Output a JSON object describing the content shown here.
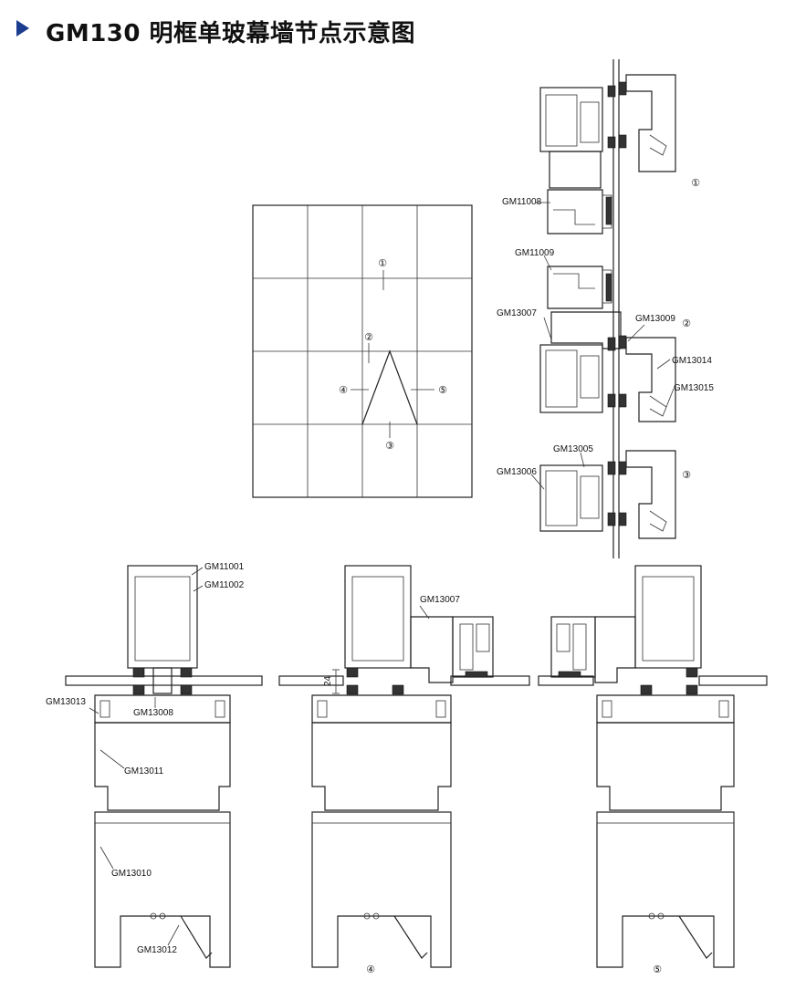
{
  "header": {
    "title": "GM130 明框单玻幕墙节点示意图"
  },
  "elevation": {
    "markers": [
      "①",
      "②",
      "③",
      "④",
      "⑤"
    ]
  },
  "vertical_section": {
    "node_marks": [
      "①",
      "②",
      "③"
    ],
    "part_labels": [
      "GM11008",
      "GM11009",
      "GM13007",
      "GM13009",
      "GM13014",
      "GM13015",
      "GM13005",
      "GM13006"
    ]
  },
  "horizontal_section_left": {
    "part_labels": [
      "GM11001",
      "GM11002",
      "GM13013",
      "GM13008",
      "GM13011",
      "GM13010",
      "GM13012"
    ]
  },
  "horizontal_section_middle": {
    "part_labels": [
      "GM13007"
    ],
    "dimension": "24",
    "node_mark": "④"
  },
  "horizontal_section_right": {
    "node_mark": "⑤"
  },
  "colors": {
    "accent": "#1b3d8f",
    "line": "#222222"
  }
}
